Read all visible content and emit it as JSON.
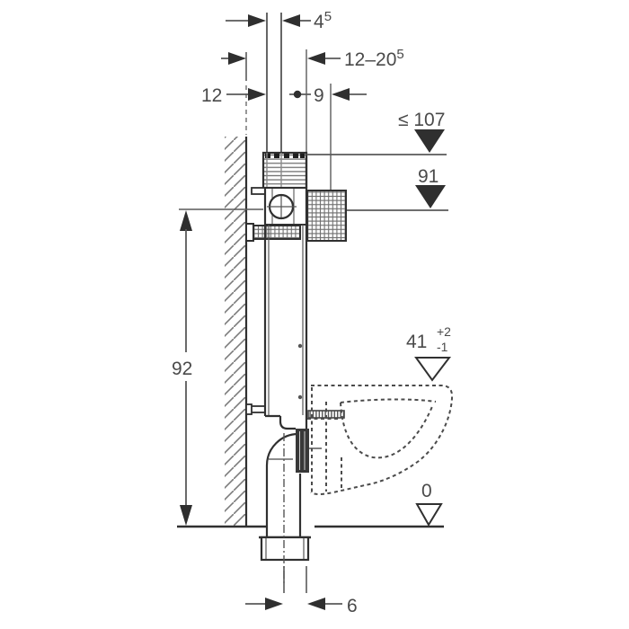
{
  "colors": {
    "ink": "#303030",
    "dimension_line": "#5a5a5a",
    "text": "#4a4a4a",
    "background": "#ffffff"
  },
  "dimensions": {
    "pipe_offset": {
      "base": "4",
      "sup": "5"
    },
    "install_depth_range": {
      "base": "12–20",
      "sup": "5"
    },
    "depth_12": "12",
    "depth_9": "9",
    "max_height": "≤ 107",
    "height_91": "91",
    "height_92": "92",
    "rim_height": {
      "base": "41",
      "tol_plus": "+2",
      "tol_minus": "-1"
    },
    "floor_level": "0",
    "outlet_offset": "6"
  }
}
